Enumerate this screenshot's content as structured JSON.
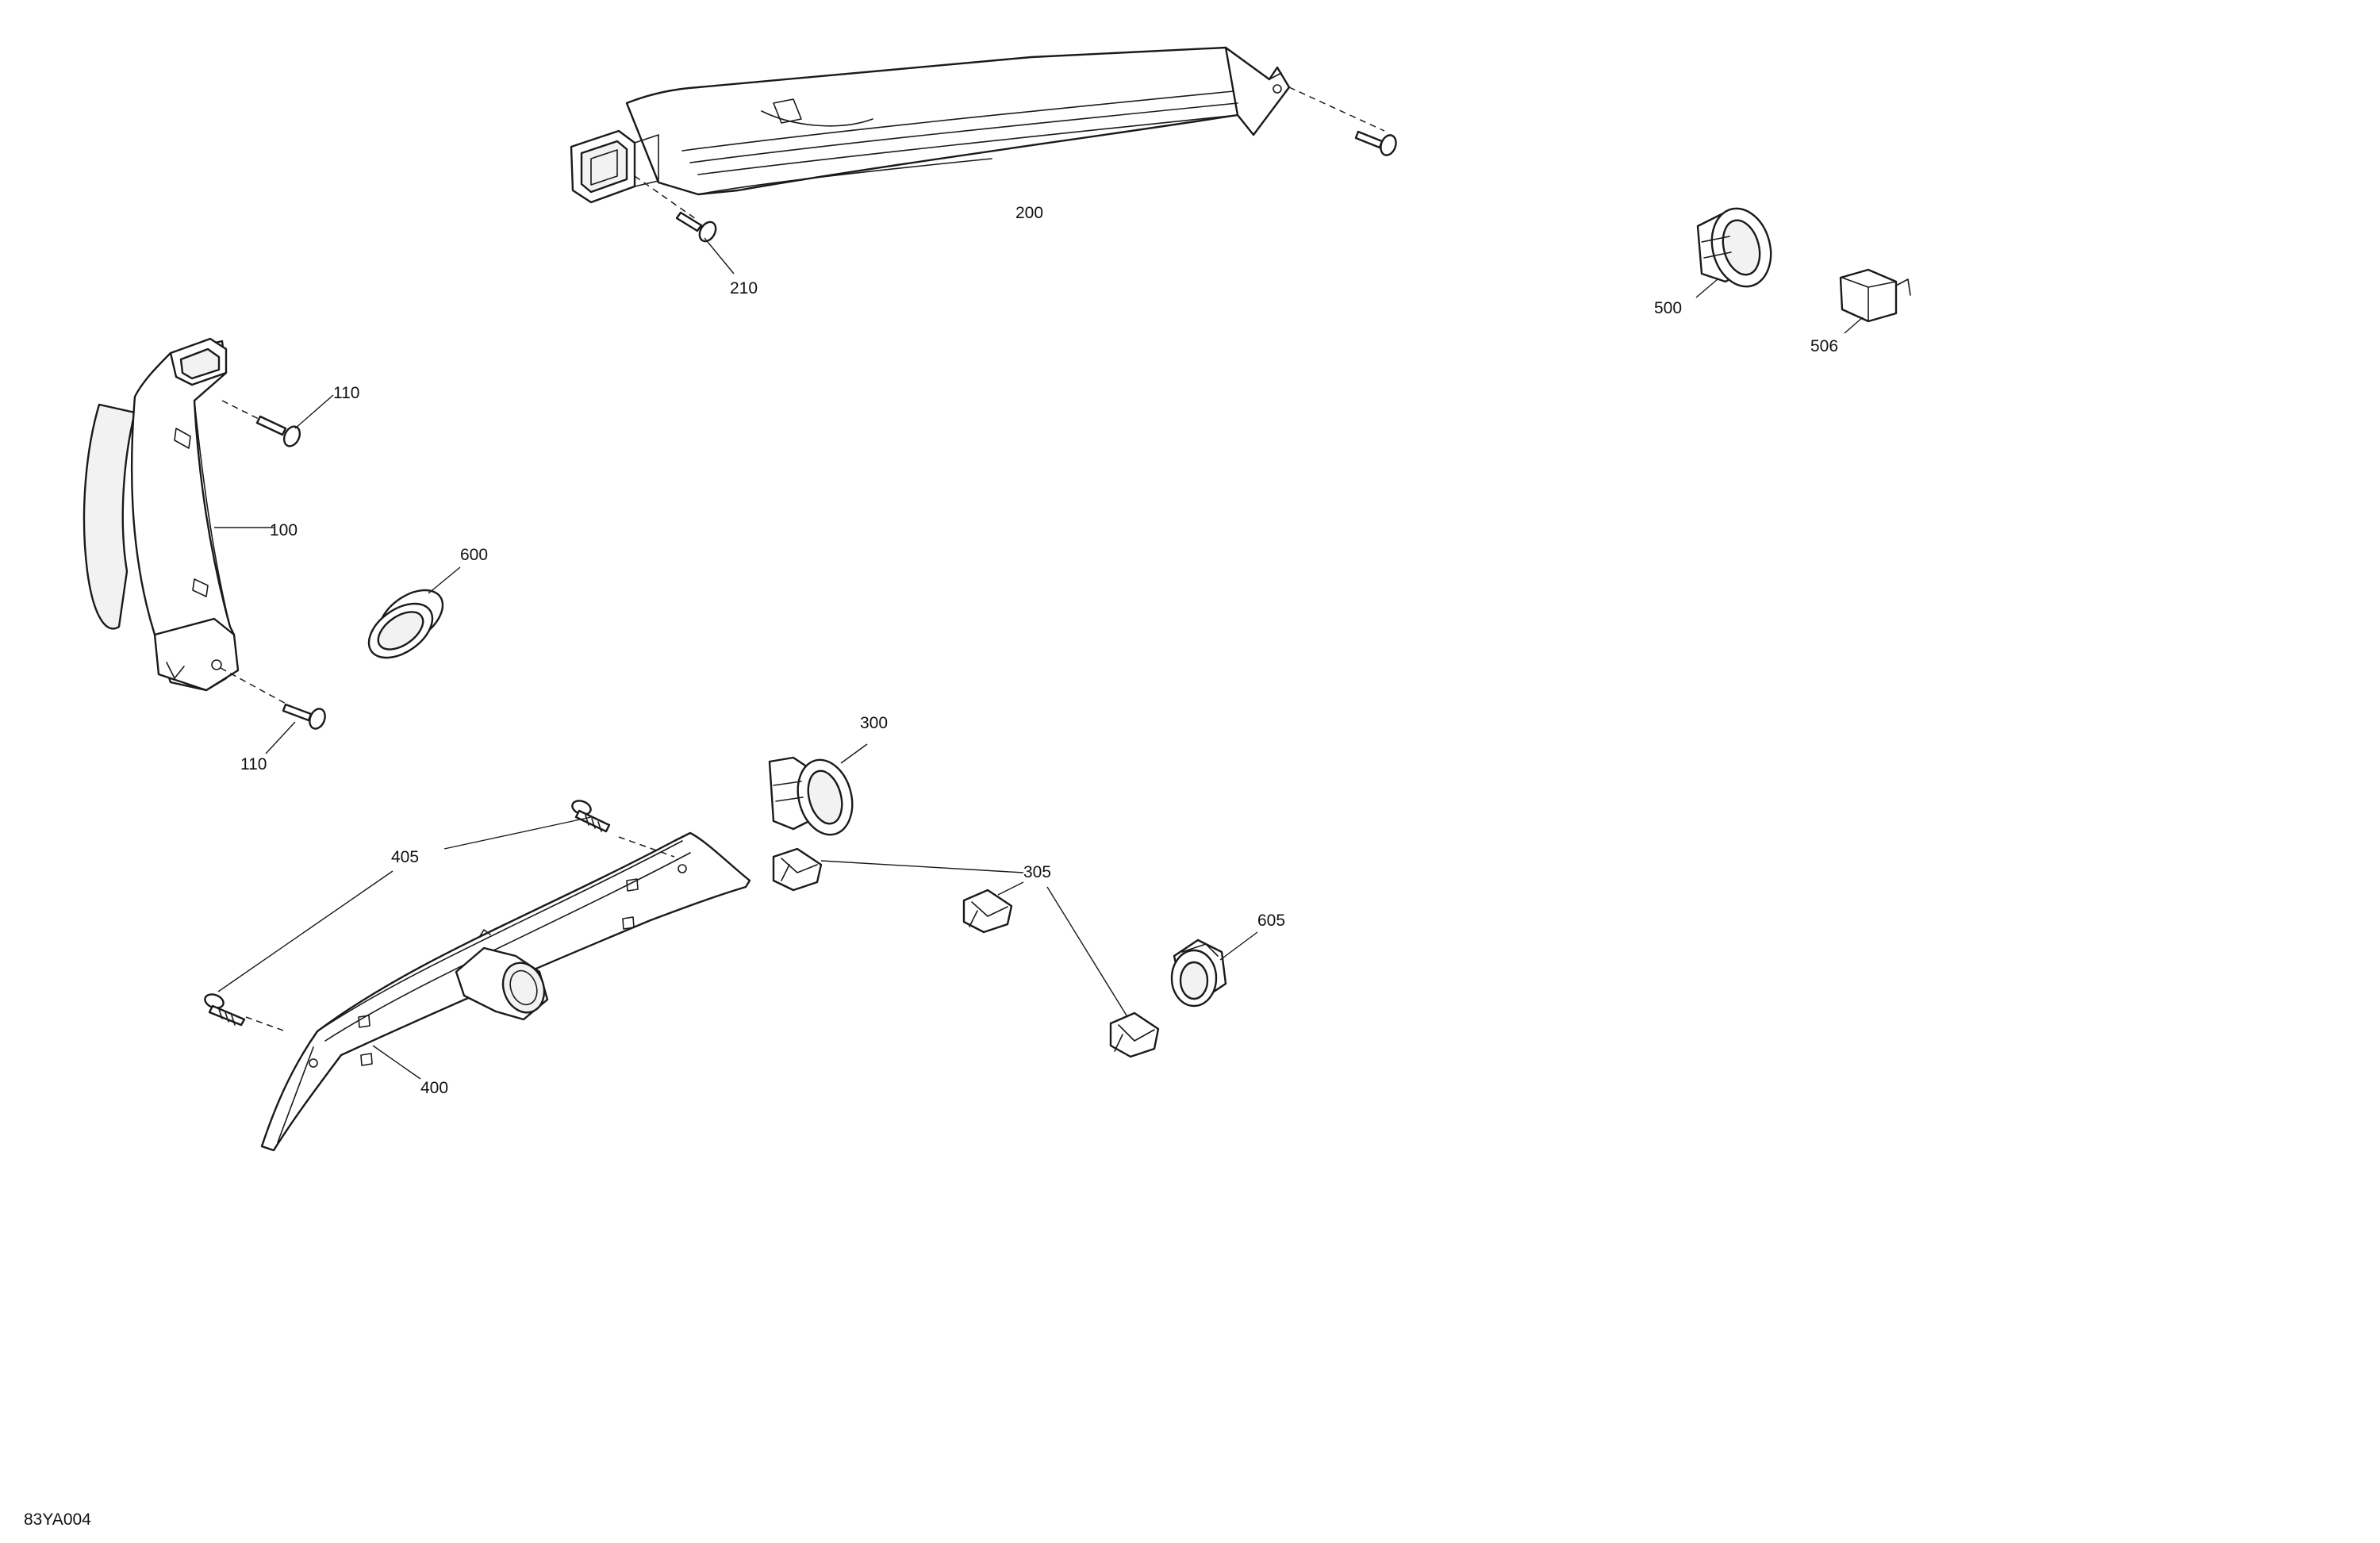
{
  "diagram": {
    "reference_code": "83YA004",
    "callouts": {
      "c100": "100",
      "c110_top": "110",
      "c110_bottom": "110",
      "c200": "200",
      "c210": "210",
      "c300": "300",
      "c305": "305",
      "c400": "400",
      "c405": "405",
      "c500": "500",
      "c506": "506",
      "c600": "600",
      "c605": "605"
    },
    "colors": {
      "line": "#1a1a1a",
      "background": "#ffffff"
    }
  }
}
